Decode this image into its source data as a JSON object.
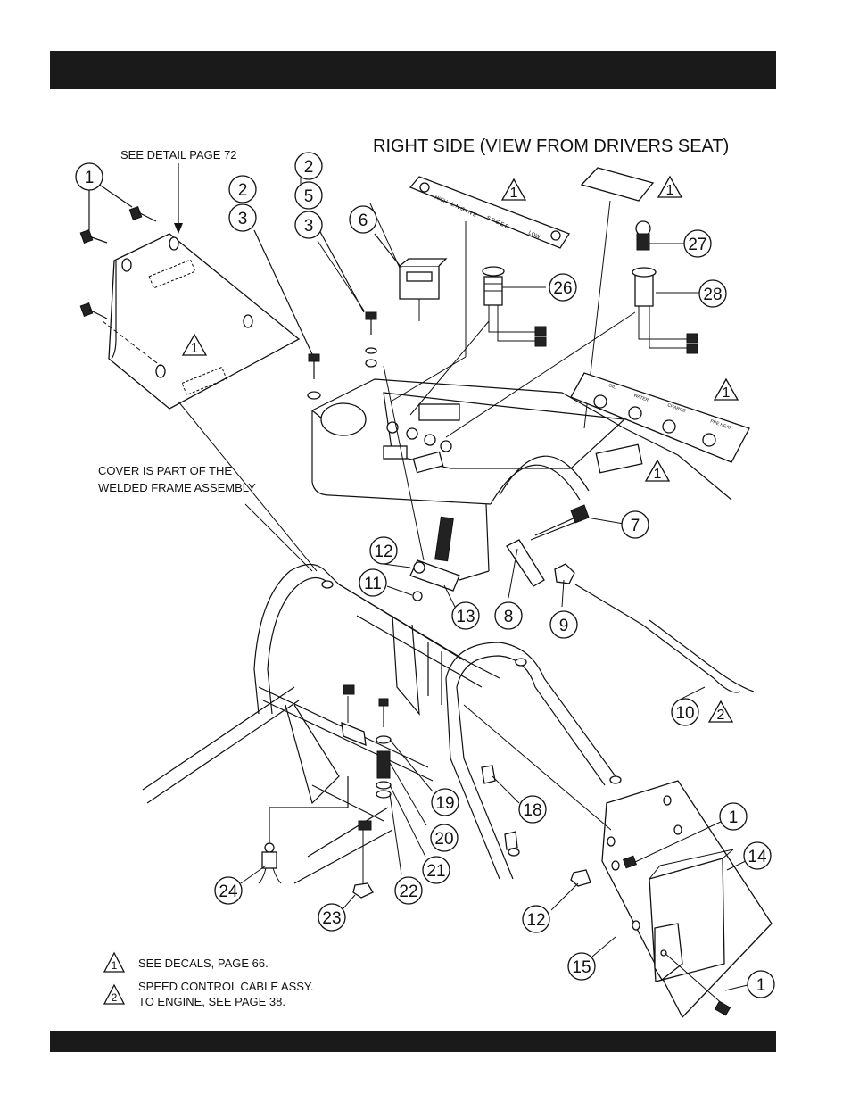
{
  "header": {
    "title": ""
  },
  "footer": {
    "text": ""
  },
  "view_title": "RIGHT SIDE (VIEW FROM DRIVERS SEAT)",
  "notes": {
    "see_detail": "SEE DETAIL PAGE 72",
    "cover_line1": "COVER IS PART OF THE",
    "cover_line2": "WELDED FRAME ASSEMBLY"
  },
  "legend": [
    {
      "symbol": "1",
      "line1": "SEE DECALS,  PAGE 66.",
      "line2": ""
    },
    {
      "symbol": "2",
      "line1": "SPEED CONTROL CABLE ASSY.",
      "line2": "TO ENGINE, SEE PAGE 38."
    }
  ],
  "decal_labels": {
    "throttle": [
      "HIGH",
      "E N G I N E",
      "S P E E D",
      "LOW"
    ],
    "panel": [
      "OIL",
      "WATER",
      "CHARGE",
      "PRE HEAT"
    ]
  },
  "callouts": [
    "1",
    "1",
    "1",
    "1",
    "2",
    "3",
    "2",
    "5",
    "3",
    "6",
    "26",
    "27",
    "28",
    "7",
    "8",
    "9",
    "10",
    "11",
    "12",
    "12",
    "13",
    "14",
    "15",
    "18",
    "19",
    "20",
    "21",
    "22",
    "23",
    "24"
  ],
  "note_flags": [
    "1",
    "1",
    "1",
    "1",
    "1",
    "2"
  ]
}
